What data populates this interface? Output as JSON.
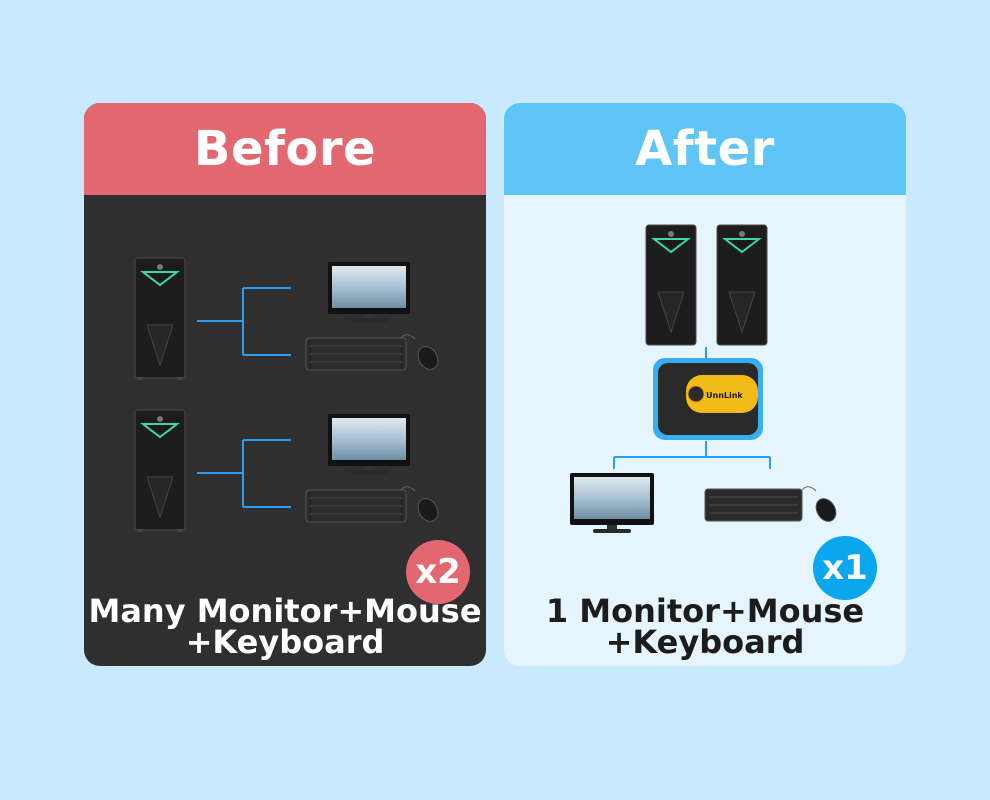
{
  "before": {
    "title": "Before",
    "badge": "x2",
    "caption_line1": "Many Monitor+Mouse",
    "caption_line2": "+Keyboard"
  },
  "after": {
    "title": "After",
    "badge": "x1",
    "caption_line1": "1 Monitor+Mouse",
    "caption_line2": "+Keyboard",
    "kvm_brand": "UnnLink"
  },
  "colors": {
    "background": "#c9eafc",
    "before_accent": "#e26771",
    "after_accent": "#5ec5f6",
    "badge_after": "#0aa6ee",
    "connector_line": "#2a9ef0",
    "kvm_body": "#f2bb1a"
  },
  "icons": [
    "pc-tower-icon",
    "monitor-icon",
    "keyboard-icon",
    "mouse-icon",
    "kvm-switch-icon"
  ]
}
